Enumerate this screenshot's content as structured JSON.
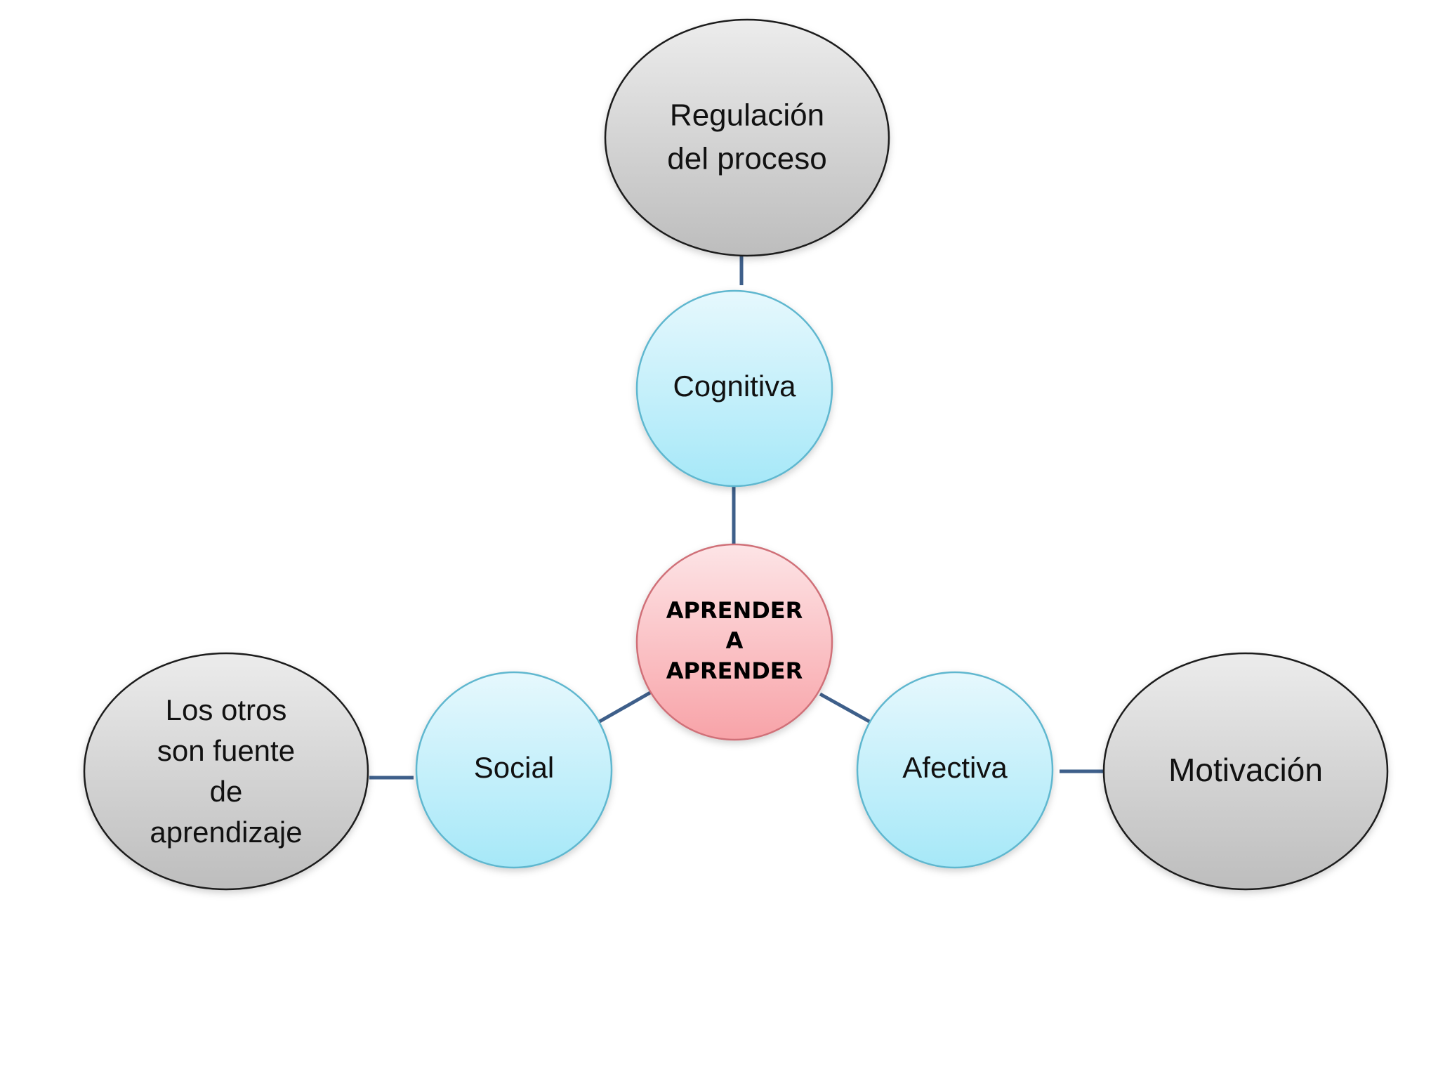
{
  "diagram": {
    "center": {
      "lines": [
        "APRENDER",
        "A",
        "APRENDER"
      ]
    },
    "dimensions": [
      {
        "id": "cognitiva",
        "label": "Cognitiva",
        "outcome_lines": [
          "Regulación",
          "del proceso"
        ]
      },
      {
        "id": "social",
        "label": "Social",
        "outcome_lines": [
          "Los otros",
          "son fuente",
          "de",
          "aprendizaje"
        ]
      },
      {
        "id": "afectiva",
        "label": "Afectiva",
        "outcome_lines": [
          "Motivación"
        ]
      }
    ]
  },
  "colors": {
    "connector": "#3e5f8a",
    "center_fill_top": "#fde4e6",
    "center_fill_bottom": "#f8a3a8",
    "center_stroke": "#d07078",
    "blue_fill_top": "#e6f8fd",
    "blue_fill_bottom": "#a6e8f8",
    "blue_stroke": "#5fb7cf",
    "grey_fill_top": "#ececec",
    "grey_fill_bottom": "#bdbdbd",
    "grey_stroke": "#1a1a1a"
  }
}
